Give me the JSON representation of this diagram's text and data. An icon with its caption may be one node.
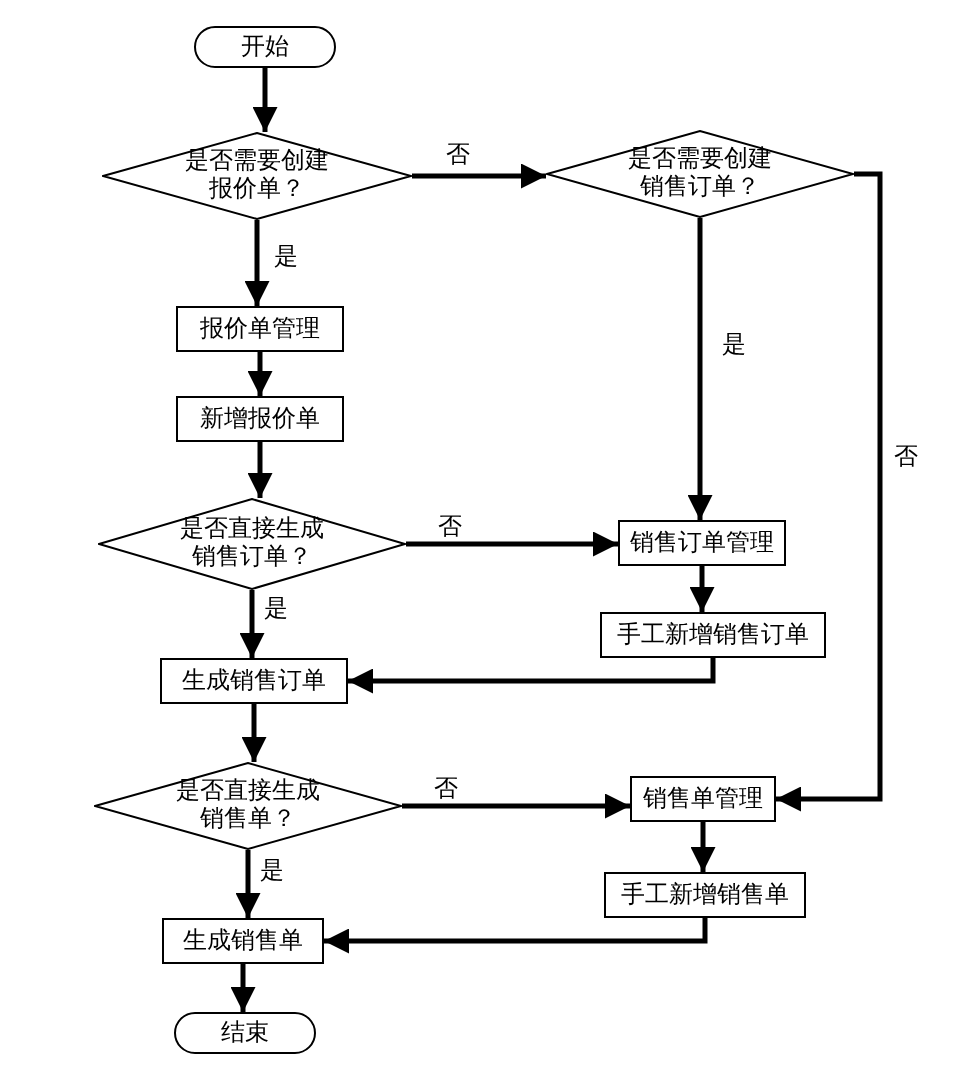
{
  "diagram": {
    "nodes": [
      {
        "text": [
          "开始"
        ]
      },
      {
        "text": [
          "是否需要创建报价单？"
        ]
      },
      {
        "text": [
          "是否需要创建销售订单？"
        ]
      },
      {
        "text": [
          "报价单管理"
        ]
      },
      {
        "text": [
          "新增报价单"
        ]
      },
      {
        "text": [
          "是否直接生成销售订单？"
        ]
      },
      {
        "text": [
          "销售订单管理"
        ]
      },
      {
        "text": [
          "手工新增销售订单"
        ]
      },
      {
        "text": [
          "生成销售订单"
        ]
      },
      {
        "text": [
          "是否直接生成销售单？"
        ]
      },
      {
        "text": [
          "销售单管理"
        ]
      },
      {
        "text": [
          "手工新增销售单"
        ]
      },
      {
        "text": [
          "生成销售单"
        ]
      },
      {
        "text": [
          "结束"
        ]
      }
    ],
    "edges": [
      {
        "from": 0,
        "to": 1,
        "arrow": "to"
      },
      {
        "from": 1,
        "to": 2,
        "arrow": "to",
        "label": "否"
      },
      {
        "from": 1,
        "to": 3,
        "arrow": "to",
        "label": "是"
      },
      {
        "from": 2,
        "to": 6,
        "arrow": "to",
        "label": "是"
      },
      {
        "from": 2,
        "to": 10,
        "arrow": "to",
        "label": "否"
      },
      {
        "from": 3,
        "to": 4,
        "arrow": "to"
      },
      {
        "from": 4,
        "to": 5,
        "arrow": "to"
      },
      {
        "from": 5,
        "to": 6,
        "arrow": "to",
        "label": "否"
      },
      {
        "from": 5,
        "to": 8,
        "arrow": "to",
        "label": "是"
      },
      {
        "from": 6,
        "to": 7,
        "arrow": "to"
      },
      {
        "from": 7,
        "to": 8,
        "arrow": "to"
      },
      {
        "from": 8,
        "to": 9,
        "arrow": "to"
      },
      {
        "from": 9,
        "to": 10,
        "arrow": "to",
        "label": "否"
      },
      {
        "from": 9,
        "to": 12,
        "arrow": "to",
        "label": "是"
      },
      {
        "from": 10,
        "to": 11,
        "arrow": "to"
      },
      {
        "from": 11,
        "to": 12,
        "arrow": "to"
      },
      {
        "from": 12,
        "to": 13,
        "arrow": "to"
      }
    ]
  }
}
